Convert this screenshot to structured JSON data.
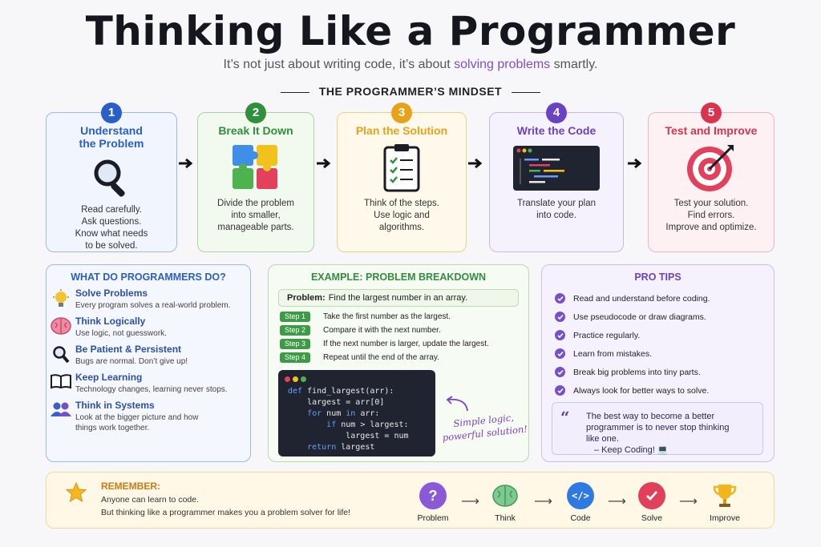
{
  "title": "Thinking Like a Programmer",
  "subtitle": {
    "part1": "It’s not just about writing code, it’s about ",
    "highlight": "solving problems",
    "part2": " smartly."
  },
  "mindset_heading": "THE PROGRAMMER’S MINDSET",
  "steps": [
    {
      "num": "1",
      "title": "Understand\nthe Problem",
      "desc": "Read carefully.\nAsk questions.\nKnow what needs\nto be solved.",
      "icon": "magnifier-icon",
      "color": "#2a5fc9"
    },
    {
      "num": "2",
      "title": "Break It Down",
      "desc": "Divide the problem\ninto smaller,\nmanageable parts.",
      "icon": "puzzle-icon",
      "color": "#2f8f3b"
    },
    {
      "num": "3",
      "title": "Plan the Solution",
      "desc": "Think of the steps.\nUse logic and\nalgorithms.",
      "icon": "clipboard-icon",
      "color": "#e8a21a"
    },
    {
      "num": "4",
      "title": "Write the Code",
      "desc": "Translate your plan\ninto code.",
      "icon": "code-window-icon",
      "color": "#6a43c2"
    },
    {
      "num": "5",
      "title": "Test and Improve",
      "desc": "Test your solution.\nFind errors.\nImprove and optimize.",
      "icon": "target-icon",
      "color": "#d9344e"
    }
  ],
  "what_do": {
    "heading": "WHAT DO PROGRAMMERS DO?",
    "items": [
      {
        "title": "Solve Problems",
        "desc": "Every program solves a real-world problem.",
        "icon": "lightbulb-icon"
      },
      {
        "title": "Think Logically",
        "desc": "Use logic, not guesswork.",
        "icon": "brain-icon"
      },
      {
        "title": "Be Patient & Persistent",
        "desc": "Bugs are normal. Don’t give up!",
        "icon": "magnifier-icon"
      },
      {
        "title": "Keep Learning",
        "desc": "Technology changes, learning never stops.",
        "icon": "book-icon"
      },
      {
        "title": "Think in Systems",
        "desc": "Look at the bigger picture and how\nthings work together.",
        "icon": "people-icon"
      }
    ]
  },
  "example": {
    "heading": "EXAMPLE: PROBLEM BREAKDOWN",
    "problem_label": "Problem:",
    "problem_text": "Find the largest number in an array.",
    "steps": [
      {
        "tag": "Step 1",
        "text": "Take the first number as the largest."
      },
      {
        "tag": "Step 2",
        "text": "Compare it with the next number."
      },
      {
        "tag": "Step 3",
        "text": "If the next number is larger, update the largest."
      },
      {
        "tag": "Step 4",
        "text": "Repeat until the end of the array."
      }
    ],
    "code_lines": [
      {
        "kw": "def",
        "rest": " find_largest(arr):",
        "indent": ""
      },
      {
        "kw": "",
        "rest": "largest = arr[0]",
        "indent": "    "
      },
      {
        "kw": "for",
        "rest": " num ",
        "kw2": "in",
        "rest2": " arr:",
        "indent": "    "
      },
      {
        "kw": "if",
        "rest": " num > largest:",
        "indent": "        "
      },
      {
        "kw": "",
        "rest": "largest = num",
        "indent": "            "
      },
      {
        "kw": "return",
        "rest": " largest",
        "indent": "    "
      }
    ],
    "handwritten_line1": "Simple logic,",
    "handwritten_line2": "powerful solution!"
  },
  "pro_tips": {
    "heading": "PRO TIPS",
    "tips": [
      "Read and understand before coding.",
      "Use pseudocode or draw diagrams.",
      "Practice regularly.",
      "Learn from mistakes.",
      "Break big problems into tiny parts.",
      "Always look for better ways to solve."
    ],
    "quote_mark": "“",
    "quote_line1": "The best way to become a better",
    "quote_line2": "programmer is to never stop thinking",
    "quote_line3": "like one.",
    "quote_author": "– Keep Coding! 💻"
  },
  "remember": {
    "heading": "REMEMBER:",
    "line1": "Anyone can learn to code.",
    "line2": "But thinking like a programmer makes you a problem solver for life!",
    "flow": [
      {
        "label": "Problem",
        "icon": "question-icon",
        "color": "#8a5ad6"
      },
      {
        "label": "Think",
        "icon": "brain-icon",
        "color": "#3e9c58"
      },
      {
        "label": "Code",
        "icon": "code-icon",
        "color": "#2f7ae0"
      },
      {
        "label": "Solve",
        "icon": "check-icon",
        "color": "#e0405a"
      },
      {
        "label": "Improve",
        "icon": "trophy-icon",
        "color": "#e4a11b"
      }
    ]
  }
}
